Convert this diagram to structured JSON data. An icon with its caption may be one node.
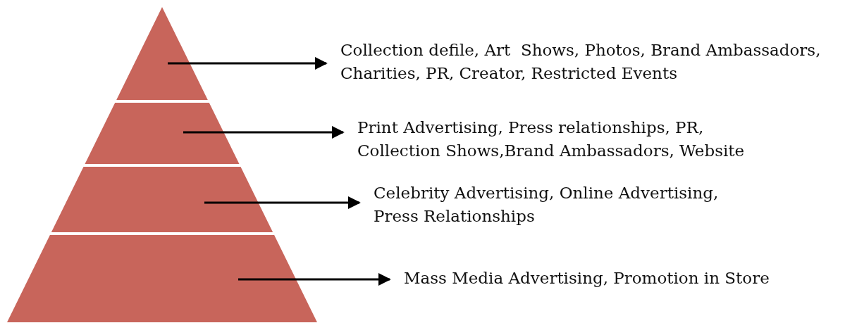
{
  "diagram": {
    "nodes": [
      {
        "text": [],
        "shape": "triangle"
      },
      {
        "text": [],
        "shape": "band"
      },
      {
        "text": [],
        "shape": "band"
      },
      {
        "text": [],
        "shape": "band"
      },
      {
        "text": [
          "Collection defile, Art  Shows, Photos, Brand Ambassadors, Charities, PR, Creator, Restricted Events"
        ]
      },
      {
        "text": [
          "Print Advertising, Press relationships, PR, Collection Shows,Brand Ambassadors, Website"
        ]
      },
      {
        "text": [
          "Celebrity Advertising, Online Advertising, Press Relationships"
        ]
      },
      {
        "text": [
          "Mass Media Advertising, Promotion in Store"
        ]
      }
    ],
    "edges": [
      {
        "from": 0,
        "to": 4,
        "arrow": "to"
      },
      {
        "from": 1,
        "to": 5,
        "arrow": "to"
      },
      {
        "from": 2,
        "to": 6,
        "arrow": "to"
      },
      {
        "from": 3,
        "to": 7,
        "arrow": "to"
      }
    ]
  }
}
